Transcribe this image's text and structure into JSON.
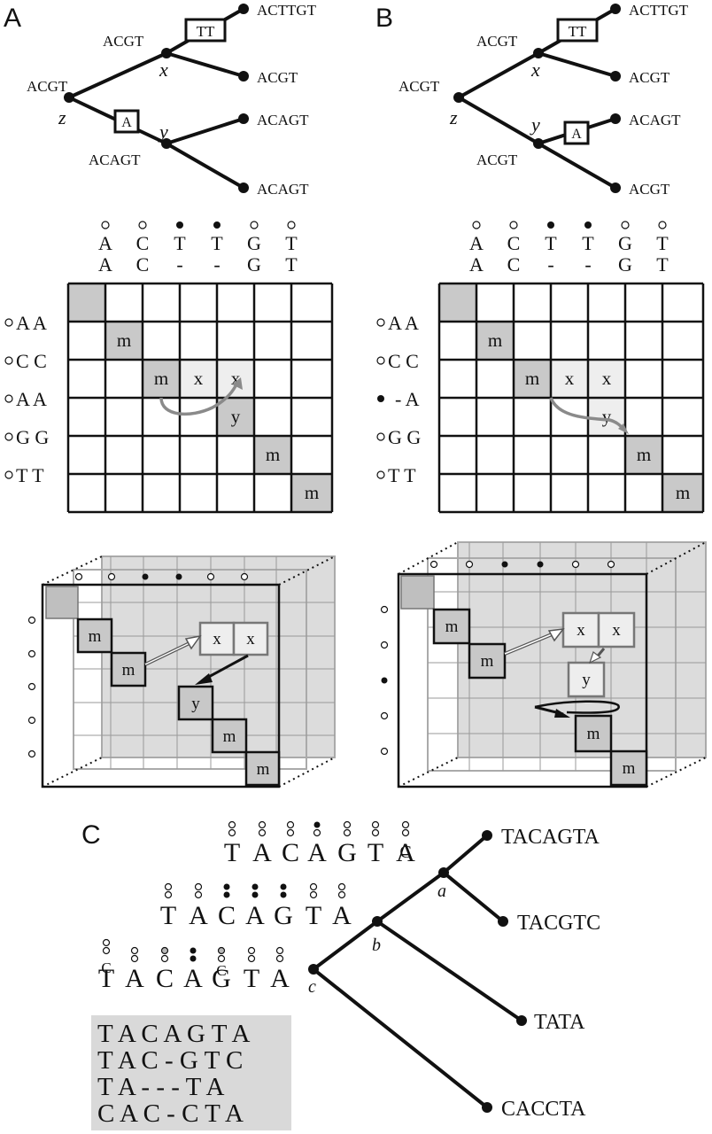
{
  "panels": {
    "A": {
      "label": "A",
      "tree": {
        "root": {
          "seq": "ACGT",
          "name": "z"
        },
        "inner_x": {
          "seq": "ACGT",
          "name": "x"
        },
        "inner_y": {
          "seq": "ACAGT",
          "name": "y"
        },
        "leaves": [
          "ACTTGT",
          "ACGT",
          "ACAGT",
          "ACAGT"
        ],
        "insertion_boxes": [
          "TT",
          "A"
        ]
      },
      "matrix": {
        "col_top": [
          "A",
          "C",
          "T",
          "T",
          "G",
          "T"
        ],
        "col_bottom": [
          "A",
          "C",
          "-",
          "-",
          "G",
          "T"
        ],
        "col_marks": [
          "open",
          "open",
          "filled",
          "filled",
          "open",
          "open"
        ],
        "rows": [
          "A A",
          "C C",
          "A A",
          "G G",
          "T T"
        ],
        "row_marks": [
          "open",
          "open",
          "open",
          "open",
          "open"
        ],
        "cells": [
          "m",
          "m",
          "x",
          "x",
          "y",
          "m",
          "m"
        ]
      },
      "cube": {
        "top_marks": [
          "open",
          "open",
          "filled",
          "filled",
          "open",
          "open"
        ],
        "left_marks": [
          "open",
          "open",
          "open",
          "open",
          "open"
        ],
        "cells": [
          "m",
          "m",
          "x",
          "x",
          "y",
          "m",
          "m"
        ]
      }
    },
    "B": {
      "label": "B",
      "tree": {
        "root": {
          "seq": "ACGT",
          "name": "z"
        },
        "inner_x": {
          "seq": "ACGT",
          "name": "x"
        },
        "inner_y": {
          "seq": "ACGT",
          "name": "y"
        },
        "leaves": [
          "ACTTGT",
          "ACGT",
          "ACAGT",
          "ACGT"
        ],
        "insertion_boxes": [
          "TT",
          "A"
        ]
      },
      "matrix": {
        "col_top": [
          "A",
          "C",
          "T",
          "T",
          "G",
          "T"
        ],
        "col_bottom": [
          "A",
          "C",
          "-",
          "-",
          "G",
          "T"
        ],
        "col_marks": [
          "open",
          "open",
          "filled",
          "filled",
          "open",
          "open"
        ],
        "rows": [
          "A A",
          "C C",
          "- A",
          "G G",
          "T T"
        ],
        "row_marks": [
          "open",
          "open",
          "filled",
          "open",
          "open"
        ],
        "cells": [
          "m",
          "m",
          "x",
          "x",
          "y",
          "m",
          "m"
        ]
      },
      "cube": {
        "top_marks": [
          "open",
          "open",
          "filled",
          "filled",
          "open",
          "open"
        ],
        "left_marks": [
          "open",
          "open",
          "filled",
          "open",
          "open"
        ],
        "cells": [
          "m",
          "m",
          "x",
          "x",
          "y",
          "m",
          "m"
        ]
      }
    },
    "C": {
      "label": "C",
      "tree": {
        "inner": [
          "a",
          "b",
          "c"
        ],
        "leaves": [
          "TACAGTA",
          "TACGTC",
          "TATA",
          "CACCTA"
        ]
      },
      "seq_a": {
        "letters": [
          "T",
          "A",
          "C",
          "A",
          "G",
          "T",
          "A"
        ],
        "extra": "C",
        "marks_top": [
          "open",
          "open",
          "open",
          "filled",
          "open",
          "open",
          "open"
        ],
        "marks_bottom": [
          "open",
          "open",
          "open",
          "open",
          "open",
          "open",
          "open"
        ]
      },
      "seq_b": {
        "letters": [
          "T",
          "A",
          "C",
          "A",
          "G",
          "T",
          "A"
        ],
        "marks_top": [
          "open",
          "open",
          "filled",
          "filled",
          "filled",
          "open",
          "open"
        ],
        "marks_bottom": [
          "open",
          "open",
          "filled",
          "filled",
          "filled",
          "open",
          "open"
        ]
      },
      "seq_c": {
        "letters": [
          "T",
          "A",
          "C",
          "A",
          "G",
          "T",
          "A"
        ],
        "alt": [
          "C",
          "",
          "",
          "",
          "C",
          "",
          ""
        ],
        "marks_top": [
          "open",
          "open",
          "gray",
          "filled",
          "gray",
          "open",
          "open"
        ],
        "marks_bottom": [
          "open",
          "open",
          "open",
          "filled",
          "open",
          "open",
          "open"
        ]
      },
      "alignment": [
        "T A C A G T A",
        "T A C - G T C",
        "T A - - - T A",
        "C A C - C T A"
      ]
    }
  }
}
